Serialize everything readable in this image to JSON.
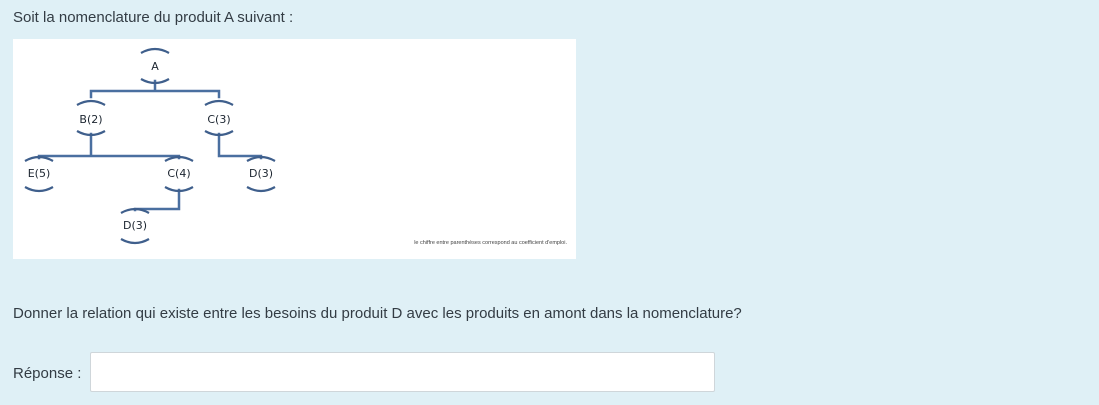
{
  "question_intro": "Soit la nomenclature du produit A suivant :",
  "nomenclature": {
    "nodes": [
      {
        "id": "A",
        "label": "A"
      },
      {
        "id": "B",
        "label": "B(2)"
      },
      {
        "id": "C_top",
        "label": "C(3)"
      },
      {
        "id": "E",
        "label": "E(5)"
      },
      {
        "id": "C_sub",
        "label": "C(4)"
      },
      {
        "id": "D_right",
        "label": "D(3)"
      },
      {
        "id": "D_low",
        "label": "D(3)"
      }
    ],
    "note": "le chiffre entre parenthèses correspond au coefficient d'emploi.",
    "colors": {
      "line": "#4a6fa0",
      "bracket": "#3f5f8c"
    }
  },
  "question_text": "Donner la relation qui existe entre les besoins du produit D avec les produits en amont dans la nomenclature?",
  "answer": {
    "label": "Réponse :",
    "value": ""
  }
}
